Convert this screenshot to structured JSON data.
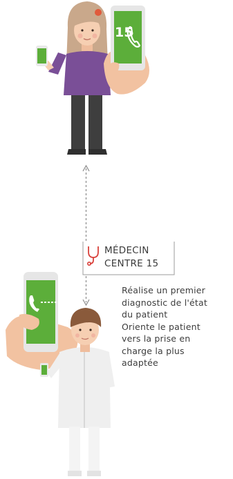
{
  "callout": {
    "line1": "MÉDECIN",
    "line2": "CENTRE 15"
  },
  "phone_screen_number": "15",
  "description": {
    "lines": [
      "Réalise un premier",
      "diagnostic de l'état",
      "du patient",
      "Oriente le patient",
      "vers la prise en",
      "charge la plus",
      "adaptée"
    ]
  },
  "icons": {
    "stethoscope": "stethoscope-icon",
    "phone_handset": "phone-handset-icon"
  },
  "colors": {
    "phone_green": "#5cae3a",
    "callout_text": "#3a3a3a",
    "stethoscope": "#d9413b",
    "shirt_purple": "#7a4f97",
    "skin": "#f4c6a8"
  }
}
